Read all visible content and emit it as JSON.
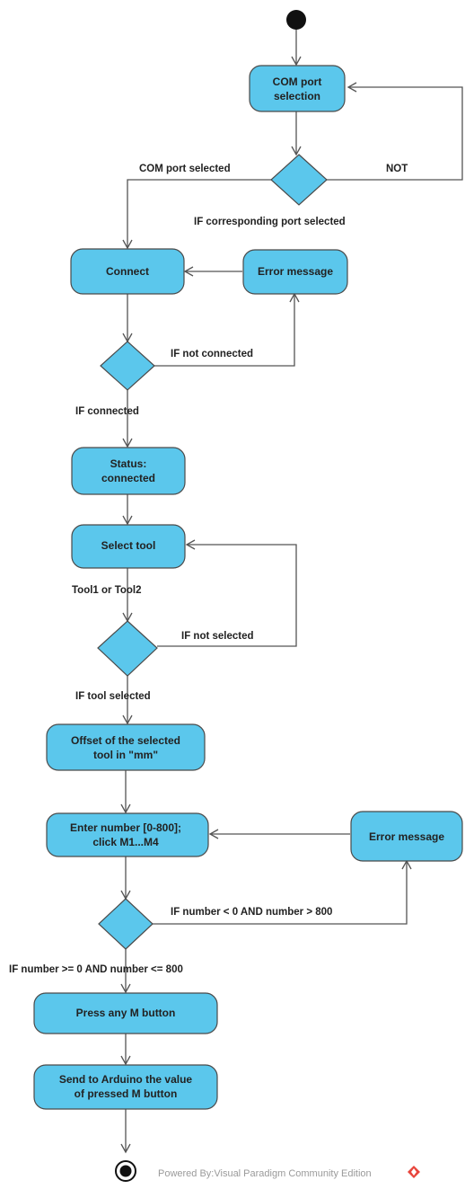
{
  "nodes": {
    "com_port_selection": [
      "COM port",
      "selection"
    ],
    "connect": [
      "Connect"
    ],
    "error_message_1": [
      "Error message"
    ],
    "status_connected": [
      "Status:",
      "connected"
    ],
    "select_tool": [
      "Select tool"
    ],
    "offset": [
      "Offset of the selected",
      "tool in \"mm\""
    ],
    "enter_number": [
      "Enter number [0-800];",
      "click M1...M4"
    ],
    "error_message_2": [
      "Error message"
    ],
    "press_m": [
      "Press any M button"
    ],
    "send_arduino": [
      "Send to Arduino the value",
      "of pressed M button"
    ]
  },
  "labels": {
    "com_port_selected": "COM port selected",
    "not": "NOT",
    "if_corresponding": "IF corresponding port selected",
    "if_not_connected": "IF not connected",
    "if_connected": "IF connected",
    "tool1_or_tool2": "Tool1 or Tool2",
    "if_not_selected": "IF not selected",
    "if_tool_selected": "IF tool selected",
    "if_out_of_range": "IF number < 0 AND number > 800",
    "if_in_range": "IF number >= 0 AND number <= 800"
  },
  "watermark": "Powered By:Visual Paradigm Community Edition",
  "colors": {
    "node_fill": "#5bc7ec",
    "stroke": "#4a4a4a",
    "text": "#222222",
    "watermark": "#9a9a9a",
    "logo": "#e8453c"
  }
}
